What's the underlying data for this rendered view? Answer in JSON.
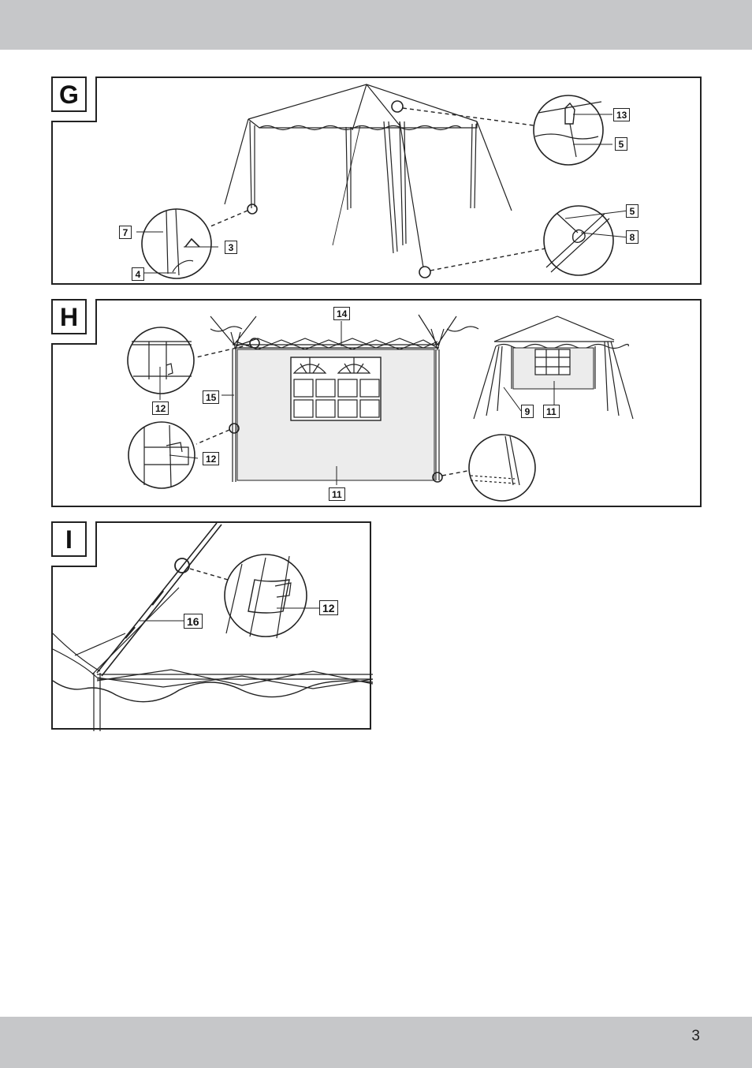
{
  "page": {
    "number": "3"
  },
  "panels": {
    "g": {
      "letter": "G",
      "callouts": {
        "c13": "13",
        "c5a": "5",
        "c5b": "5",
        "c8": "8",
        "c7": "7",
        "c3": "3",
        "c4": "4"
      }
    },
    "h": {
      "letter": "H",
      "callouts": {
        "c14": "14",
        "c12a": "12",
        "c15": "15",
        "c12b": "12",
        "c11a": "11",
        "c9": "9",
        "c11b": "11"
      }
    },
    "i": {
      "letter": "I",
      "callouts": {
        "c16": "16",
        "c12": "12"
      }
    }
  }
}
